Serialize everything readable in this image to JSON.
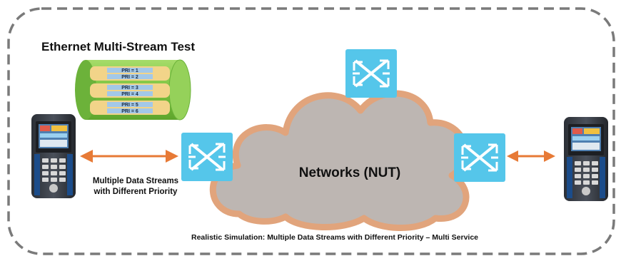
{
  "title": "Ethernet Multi-Stream Test",
  "streams_label": [
    "Multiple Data Streams",
    "with Different Priority"
  ],
  "cloud_label": "Networks  (NUT)",
  "footer": "Realistic Simulation: Multiple Data Streams with Different Priority – Multi Service",
  "priorities": [
    "PRI = 1",
    "PRI = 2",
    "PRI = 3",
    "PRI = 4",
    "PRI = 5",
    "PRI = 6"
  ],
  "colors": {
    "border": "#7a7a7a",
    "cloud_fill": "#bdb6b2",
    "cloud_stroke": "#e1a47c",
    "switch": "#55c6ea",
    "arrow": "#e77a36",
    "cylinder": "#8ccd4a",
    "pipe": "#f2d489",
    "pri_bar": "#a3c8e8"
  },
  "icons": [
    "switch-icon",
    "tester-device-icon",
    "stream-cylinder-icon",
    "network-cloud-icon"
  ]
}
